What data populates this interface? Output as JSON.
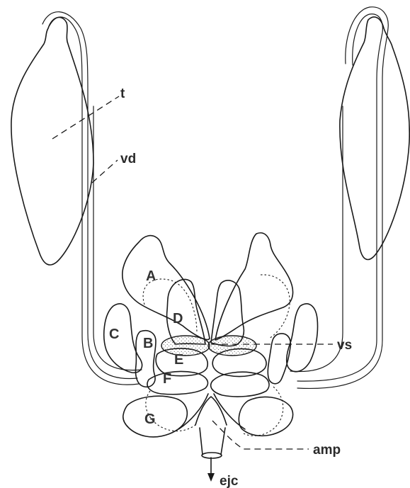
{
  "labels": {
    "testis": "t",
    "vas_deferens": "vd",
    "seminal_vesicle": "vs",
    "ampulla": "amp",
    "ejaculatory_duct": "ejc"
  },
  "lobes": {
    "a": "A",
    "b": "B",
    "c": "C",
    "d": "D",
    "e": "E",
    "f": "F",
    "g": "G"
  }
}
